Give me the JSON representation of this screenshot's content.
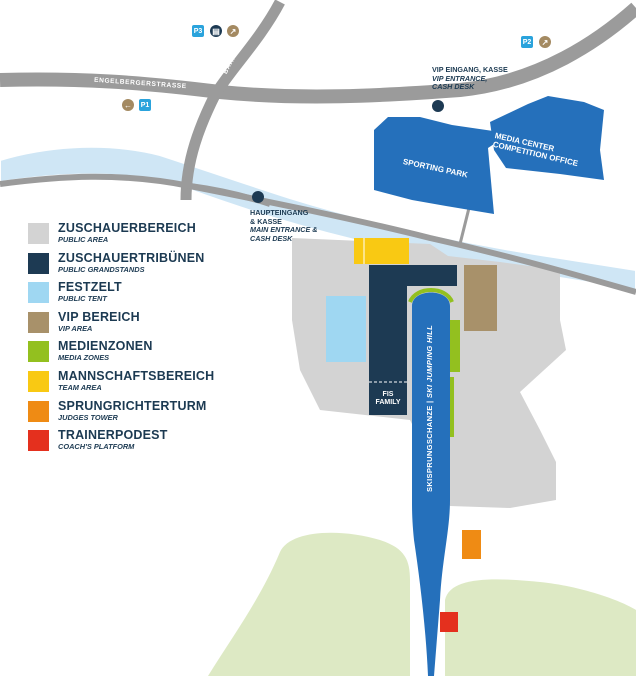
{
  "colors": {
    "public_area": "#d3d3d3",
    "grandstands": "#1d3a53",
    "public_tent": "#9fd7f2",
    "vip_area": "#a8916a",
    "media_zones": "#93c01f",
    "team_area": "#f9c913",
    "judges_tower": "#ef8b14",
    "coach_platform": "#e4301e",
    "building": "#2570bb",
    "road": "#9b9b9b",
    "river": "#cfe6f5",
    "green": "#dde9c4",
    "ski_jump": "#2570bb"
  },
  "legend": [
    {
      "title": "ZUSCHAUERBEREICH",
      "subtitle": "PUBLIC AREA",
      "color": "#d3d3d3"
    },
    {
      "title": "ZUSCHAUERTRIBÜNEN",
      "subtitle": "PUBLIC GRANDSTANDS",
      "color": "#1d3a53"
    },
    {
      "title": "FESTZELT",
      "subtitle": "PUBLIC TENT",
      "color": "#9fd7f2"
    },
    {
      "title": "VIP BEREICH",
      "subtitle": "VIP AREA",
      "color": "#a8916a"
    },
    {
      "title": "MEDIENZONEN",
      "subtitle": "MEDIA ZONES",
      "color": "#93c01f"
    },
    {
      "title": "MANNSCHAFTSBEREICH",
      "subtitle": "TEAM AREA",
      "color": "#f9c913"
    },
    {
      "title": "SPRUNGRICHTERTURM",
      "subtitle": "JUDGES TOWER",
      "color": "#ef8b14"
    },
    {
      "title": "TRAINERPODEST",
      "subtitle": "COACH'S PLATFORM",
      "color": "#e4301e"
    }
  ],
  "roads": {
    "engelberger": "ENGELBERGERSTRASSE",
    "bahnhof": "BAHNHOFSTRASSE"
  },
  "entrances": {
    "vip_de": "VIP EINGANG, KASSE",
    "vip_en1": "VIP ENTRANCE,",
    "vip_en2": "CASH DESK",
    "main_de1": "HAUPTEINGANG",
    "main_de2": "& KASSE",
    "main_en1": "MAIN ENTRANCE &",
    "main_en2": "CASH DESK"
  },
  "buildings": {
    "sporting_park": "SPORTING PARK",
    "media_center1": "MEDIA CENTER",
    "media_center2": "COMPETITION OFFICE"
  },
  "parking": {
    "p1": "P1",
    "p2": "P2",
    "p3": "P3"
  },
  "fis_family1": "FIS",
  "fis_family2": "FAMILY",
  "ski_jump_de": "SKISPRUNGSCHANZE | ",
  "ski_jump_en": "SKI JUMPING HILL"
}
